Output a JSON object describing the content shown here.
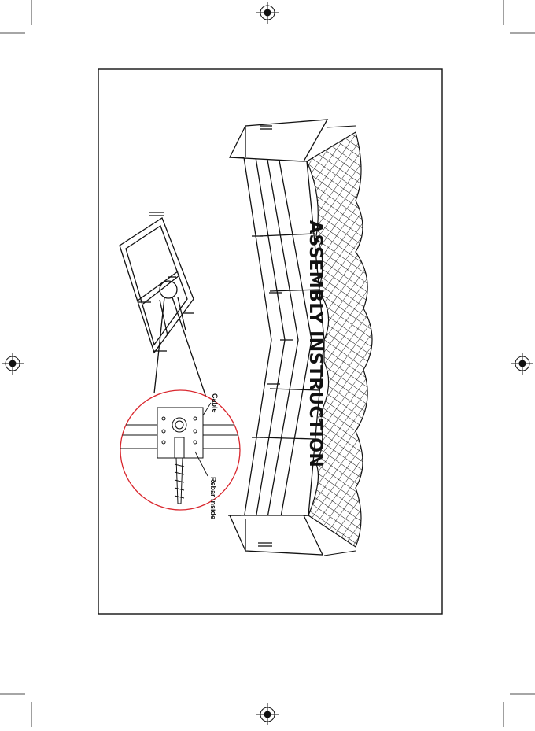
{
  "document": {
    "title": "ASSEMBLY INSTRUCTION",
    "callouts": {
      "upper": "Cable",
      "lower": "Rebar inside"
    },
    "colors": {
      "detail_circle": "#d9272e",
      "lines": "#111111"
    },
    "icons": [
      "registration-mark-icon",
      "crop-mark-icon"
    ]
  }
}
